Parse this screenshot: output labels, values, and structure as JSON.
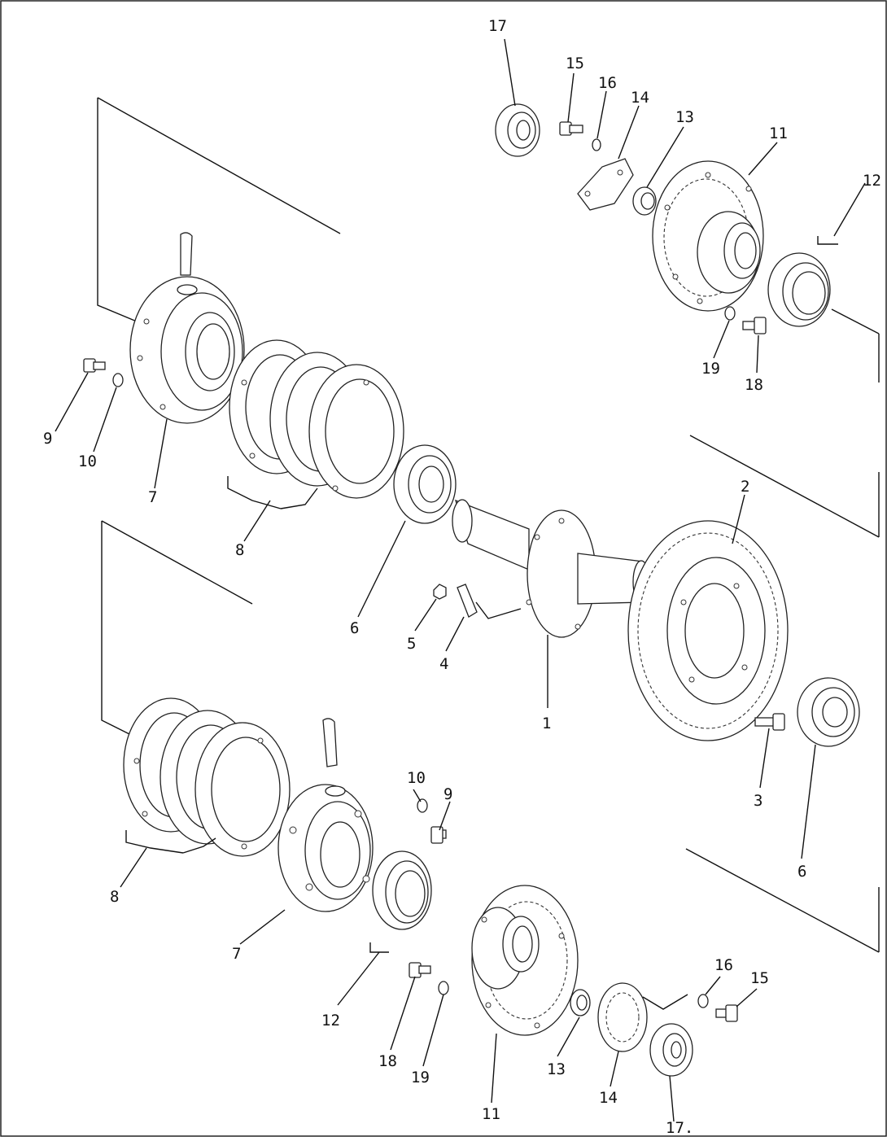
{
  "callouts": [
    {
      "id": "c-17-top",
      "text": "17"
    },
    {
      "id": "c-15-top",
      "text": "15"
    },
    {
      "id": "c-16-top",
      "text": "16"
    },
    {
      "id": "c-14-top",
      "text": "14"
    },
    {
      "id": "c-13-top",
      "text": "13"
    },
    {
      "id": "c-11-top",
      "text": "11"
    },
    {
      "id": "c-12-top",
      "text": "12"
    },
    {
      "id": "c-19-top",
      "text": "19"
    },
    {
      "id": "c-18-top",
      "text": "18"
    },
    {
      "id": "c-9-top",
      "text": "9"
    },
    {
      "id": "c-10-top",
      "text": "10"
    },
    {
      "id": "c-7-top",
      "text": "7"
    },
    {
      "id": "c-8-top",
      "text": "8"
    },
    {
      "id": "c-6-left",
      "text": "6"
    },
    {
      "id": "c-5",
      "text": "5"
    },
    {
      "id": "c-4",
      "text": "4"
    },
    {
      "id": "c-2",
      "text": "2"
    },
    {
      "id": "c-1",
      "text": "1"
    },
    {
      "id": "c-3",
      "text": "3"
    },
    {
      "id": "c-6-right",
      "text": "6"
    },
    {
      "id": "c-10-bot",
      "text": "10"
    },
    {
      "id": "c-9-bot",
      "text": "9"
    },
    {
      "id": "c-8-bot",
      "text": "8"
    },
    {
      "id": "c-7-bot",
      "text": "7"
    },
    {
      "id": "c-12-bot",
      "text": "12"
    },
    {
      "id": "c-18-bot",
      "text": "18"
    },
    {
      "id": "c-19-bot",
      "text": "19"
    },
    {
      "id": "c-11-bot",
      "text": "11"
    },
    {
      "id": "c-13-bot",
      "text": "13"
    },
    {
      "id": "c-14-bot",
      "text": "14"
    },
    {
      "id": "c-16-bot",
      "text": "16"
    },
    {
      "id": "c-15-bot",
      "text": "15"
    },
    {
      "id": "c-17-bot",
      "text": "17."
    }
  ]
}
